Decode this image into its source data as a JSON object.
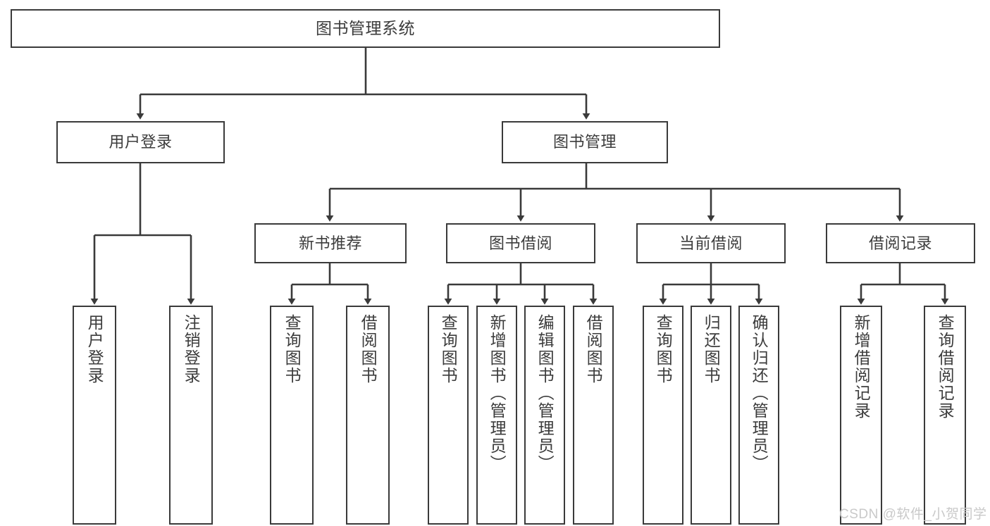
{
  "diagram": {
    "title": "图书管理系统",
    "type": "功能结构图",
    "stroke_color": "#3a3a3a",
    "text_color": "#3c3c3c",
    "background_color": "#ffffff",
    "watermark": "CSDN @软件_小贺同学"
  },
  "nodes": {
    "root": {
      "label": "图书管理系统"
    },
    "level2": [
      {
        "id": "user-login",
        "label": "用户登录"
      },
      {
        "id": "book-manage",
        "label": "图书管理"
      }
    ],
    "level3": [
      {
        "id": "new-book-recommend",
        "label": "新书推荐"
      },
      {
        "id": "book-borrow",
        "label": "图书借阅"
      },
      {
        "id": "current-borrow",
        "label": "当前借阅"
      },
      {
        "id": "borrow-record",
        "label": "借阅记录"
      }
    ],
    "leaves": {
      "user_login": [
        {
          "id": "leaf-user-login",
          "label": "用户登录"
        },
        {
          "id": "leaf-user-logout",
          "label": "注销登录"
        }
      ],
      "new_book_recommend": [
        {
          "id": "leaf-query-book-1",
          "label": "查询图书"
        },
        {
          "id": "leaf-borrow-book-1",
          "label": "借阅图书"
        }
      ],
      "book_borrow": [
        {
          "id": "leaf-query-book-2",
          "label": "查询图书"
        },
        {
          "id": "leaf-add-book",
          "label": "新增图书（管理员）"
        },
        {
          "id": "leaf-edit-book",
          "label": "编辑图书（管理员）"
        },
        {
          "id": "leaf-borrow-book-2",
          "label": "借阅图书"
        }
      ],
      "current_borrow": [
        {
          "id": "leaf-query-book-3",
          "label": "查询图书"
        },
        {
          "id": "leaf-return-book",
          "label": "归还图书"
        },
        {
          "id": "leaf-confirm-return",
          "label": "确认归还（管理员）"
        }
      ],
      "borrow_record": [
        {
          "id": "leaf-add-record",
          "label": "新增借阅记录"
        },
        {
          "id": "leaf-query-record",
          "label": "查询借阅记录"
        }
      ]
    }
  }
}
